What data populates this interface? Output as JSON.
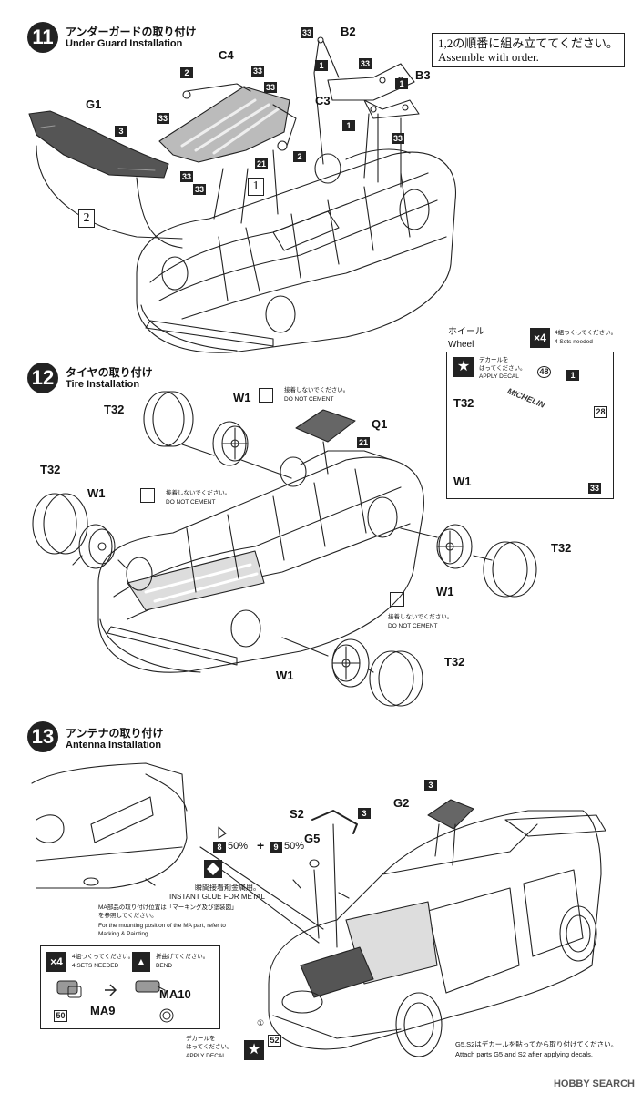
{
  "step11": {
    "number": "11",
    "title_jp": "アンダーガードの取り付け",
    "title_en": "Under Guard Installation",
    "order_note_jp": "1,2の順番に組み立ててください。",
    "order_note_en": "Assemble with order.",
    "parts": {
      "b2": "B2",
      "b3": "B3",
      "c3": "C3",
      "c4": "C4",
      "g1": "G1",
      "n1": "1",
      "n2": "2",
      "n3": "3",
      "n21": "21",
      "n33": "33",
      "sq1": "1",
      "sq2": "2"
    }
  },
  "step12": {
    "number": "12",
    "title_jp": "タイヤの取り付け",
    "title_en": "Tire Installation",
    "parts": {
      "t32": "T32",
      "w1": "W1",
      "q1": "Q1",
      "n21": "21"
    },
    "no_cement_jp": "接着しないでください。",
    "no_cement_en": "DO NOT CEMENT",
    "wheel_box": {
      "title_jp": "ホイール",
      "title_en": "Wheel",
      "times": "×4",
      "sets_jp": "4組つくってください。",
      "sets_en": "4 Sets needed",
      "decal_jp_1": "デカールを",
      "decal_jp_2": "はってください。",
      "decal_en": "APPLY DECAL",
      "n48": "48",
      "n1": "1",
      "n28": "28",
      "n33": "33",
      "t32": "T32",
      "w1": "W1",
      "tire_text": "MICHELIN"
    }
  },
  "step13": {
    "number": "13",
    "title_jp": "アンテナの取り付け",
    "title_en": "Antenna Installation",
    "parts": {
      "s2": "S2",
      "g2": "G2",
      "g5": "G5",
      "n3a": "3",
      "n3b": "3",
      "n8": "8",
      "n9": "9",
      "mix_8": "50%",
      "mix_plus": "+",
      "mix_9": "50%",
      "ma9": "MA9",
      "ma10": "MA10",
      "n50": "50",
      "n52": "52",
      "c1": "①"
    },
    "glue_jp": "瞬間接着剤金属用。",
    "glue_en": "INSTANT GLUE FOR METAL",
    "ma_note_jp_1": "MA部品の取り付け位置は「マーキング及び塗装図」",
    "ma_note_jp_2": "を参照してください。",
    "ma_note_en_1": "For the mounting position of the MA part, refer to",
    "ma_note_en_2": "Marking & Painting.",
    "inset": {
      "times": "×4",
      "sets_jp": "4組つくってください。",
      "sets_en": "4 SETS NEEDED",
      "bend_jp": "折曲げてください。",
      "bend_en": "BEND"
    },
    "decal_jp_1": "デカールを",
    "decal_jp_2": "はってください。",
    "decal_en": "APPLY DECAL",
    "attach_jp": "G5,S2はデカールを貼ってから取り付けてください。",
    "attach_en": "Attach parts G5 and S2 after applying decals."
  },
  "watermark": "HOBBY SEARCH"
}
